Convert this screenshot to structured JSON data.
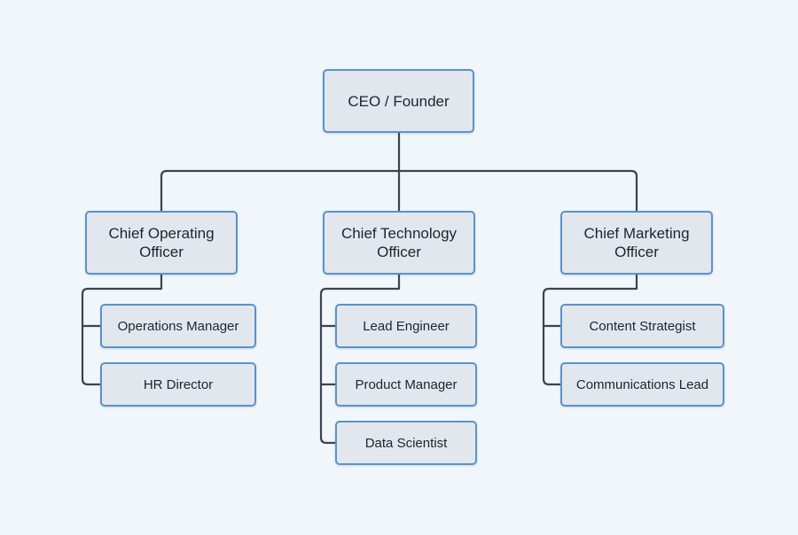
{
  "chart": {
    "root": {
      "label": "CEO / Founder"
    },
    "executives": [
      {
        "label": "Chief Operating Officer",
        "reports": [
          {
            "label": "Operations Manager"
          },
          {
            "label": "HR Director"
          }
        ]
      },
      {
        "label": "Chief Technology Officer",
        "reports": [
          {
            "label": "Lead Engineer"
          },
          {
            "label": "Product Manager"
          },
          {
            "label": "Data Scientist"
          }
        ]
      },
      {
        "label": "Chief Marketing Officer",
        "reports": [
          {
            "label": "Content Strategist"
          },
          {
            "label": "Communications Lead"
          }
        ]
      }
    ]
  },
  "colors": {
    "background": "#f1f6fb",
    "node_fill": "#e2e7ed",
    "node_border": "#5a93c8",
    "connector": "#3d4450",
    "text": "#1d2430"
  }
}
